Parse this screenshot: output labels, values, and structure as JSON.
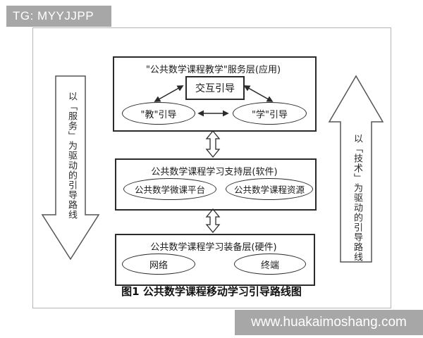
{
  "top_bar": {
    "text": "TG: MYYJJPP"
  },
  "bottom_bar": {
    "text": "www.huakaimoshang.com"
  },
  "colors": {
    "bar_bg": "#a7a7a7",
    "bar_text": "#ffffff",
    "line": "#2b2b2b",
    "frame": "#b5b5b5"
  },
  "figure": {
    "caption": "图1 公共数学课程移动学习引导路线图",
    "left_arrow_text": "以「服务」为驱动的引导路线",
    "right_arrow_text": "以「技术」为驱动的引导路线",
    "service_layer": {
      "title": "\"公共数学课程教学\"服务层(应用)",
      "interaction_box": "交互引导",
      "teach_node": "\"教\"引导",
      "learn_node": "\"学\"引导"
    },
    "support_layer": {
      "title": "公共数学课程学习支持层(软件)",
      "micro_course_node": "公共数学微课平台",
      "resource_node": "公共数学课程资源"
    },
    "equipment_layer": {
      "title": "公共数学课程学习装备层(硬件)",
      "network_node": "网络",
      "terminal_node": "终端"
    }
  }
}
